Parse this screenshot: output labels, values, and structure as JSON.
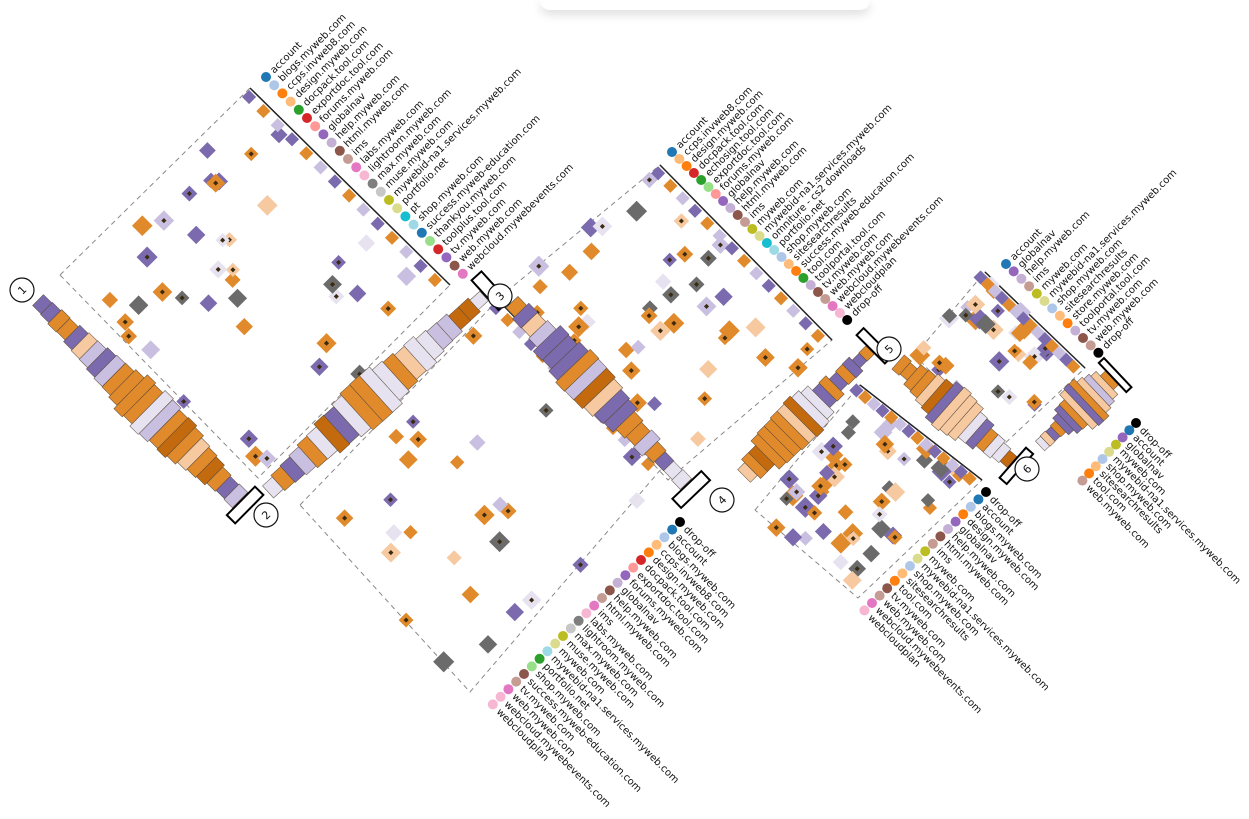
{
  "colors": {
    "orange": "#E08A2B",
    "orange_dark": "#C46A0E",
    "peach": "#F6C9A0",
    "purple": "#7B6BAE",
    "lavender": "#C9BFE0",
    "pale": "#E6E2F0",
    "gray": "#6B6B6B",
    "darkdot": "#3A2A10"
  },
  "stages": [
    {
      "id": "1",
      "top_labels": [
        "account",
        "blogs.myweb.com",
        "ccps.invweb8.com",
        "design.myweb.com",
        "docpack.tool.com",
        "exportdoc.tool.com",
        "forums.myweb.com",
        "globalnav",
        "help.myweb.com",
        "html.myweb.com",
        "ims",
        "labs.myweb.com",
        "lightroom.myweb.com",
        "max.myweb.com",
        "muse.myweb.com",
        "mywebid-na1.services.myweb.com",
        "portfolio.net",
        "pt",
        "shop.myweb.com",
        "success.myweb-education.com",
        "thankyou.myweb.com",
        "toolplus.tool.com",
        "tv.myweb.com",
        "web.myweb.com",
        "webcloud.mywebevents.com"
      ],
      "top_dots": [
        "#1F77B4",
        "#AEC7E8",
        "#FF7F0E",
        "#FFBB78",
        "#2CA02C",
        "#D62728",
        "#FF9896",
        "#9467BD",
        "#C5B0D5",
        "#8C564B",
        "#C49C94",
        "#E377C2",
        "#F7B6D2",
        "#7F7F7F",
        "#C7C7C7",
        "#BCBD22",
        "#DBDB8D",
        "#17BECF",
        "#9EDAE5",
        "#1F77B4",
        "#98DF8A",
        "#D62728",
        "#9467BD",
        "#8C564B",
        "#E377C2"
      ]
    },
    {
      "id": "2",
      "bottom_labels": [
        "drop-off",
        "account",
        "blogs.myweb.com",
        "ccps.invweb8.com",
        "design.myweb.com",
        "docpack.tool.com",
        "exportdoc.tool.com",
        "forums.myweb.com",
        "globalnav",
        "help.myweb.com",
        "html.myweb.com",
        "ims",
        "labs.myweb.com",
        "lightroom.myweb.com",
        "max.myweb.com",
        "muse.myweb.com",
        "myweb.com",
        "mywebid-na1.services.myweb.com",
        "portfolio.net",
        "shop.myweb.com",
        "success.myweb-education.com",
        "tv.myweb.com",
        "web.myweb.com",
        "webcloud.mywebevents.com",
        "webcloudplan"
      ],
      "bottom_dots": [
        "#000000",
        "#1F77B4",
        "#AEC7E8",
        "#FFBB78",
        "#FF7F0E",
        "#D62728",
        "#FF9896",
        "#9467BD",
        "#C5B0D5",
        "#8C564B",
        "#C49C94",
        "#E377C2",
        "#F7B6D2",
        "#7F7F7F",
        "#C7C7C7",
        "#BCBD22",
        "#DBDB8D",
        "#9EDAE5",
        "#2CA02C",
        "#98DF8A",
        "#8C564B",
        "#C49C94",
        "#E377C2",
        "#F7B6D2",
        "#F7B6D2"
      ]
    },
    {
      "id": "3",
      "top_labels": [
        "account",
        "ccps.invweb8.com",
        "design.myweb.com",
        "docpack.tool.com",
        "echosign.tool.com",
        "exportdoc.tool.com",
        "forums.myweb.com",
        "globalnav",
        "help.myweb.com",
        "html.myweb.com",
        "ims",
        "myweb.com",
        "mywebid-na1.services.myweb.com",
        "omniture - cs2 downloads",
        "portfolio.net",
        "shop.myweb.com",
        "sitesearchresults",
        "success.myweb-education.com",
        "tool.com",
        "toolportal.tool.com",
        "tv.myweb.com",
        "web.myweb.com",
        "webcloud.mywebevents.com",
        "webcloudplan",
        "drop-off"
      ],
      "top_dots": [
        "#1F77B4",
        "#FFBB78",
        "#FF7F0E",
        "#D62728",
        "#2CA02C",
        "#98DF8A",
        "#FF9896",
        "#9467BD",
        "#C5B0D5",
        "#8C564B",
        "#C49C94",
        "#BCBD22",
        "#DBDB8D",
        "#17BECF",
        "#9EDAE5",
        "#AEC7E8",
        "#FFBB78",
        "#FF7F0E",
        "#2CA02C",
        "#C5B0D5",
        "#8C564B",
        "#C49C94",
        "#E377C2",
        "#F7B6D2",
        "#000000"
      ]
    },
    {
      "id": "4",
      "bottom_labels": [
        "drop-off",
        "account",
        "blogs.myweb.com",
        "design.myweb.com",
        "globalnav",
        "help.myweb.com",
        "html.myweb.com",
        "ims",
        "myweb.com",
        "mywebid-na1.services.myweb.com",
        "shop.myweb.com",
        "sitesearchresults",
        "tool.com",
        "tv.myweb.com",
        "web.myweb.com",
        "webcloud.mywebevents.com",
        "webcloudplan"
      ],
      "bottom_dots": [
        "#000000",
        "#1F77B4",
        "#AEC7E8",
        "#FF7F0E",
        "#9467BD",
        "#C5B0D5",
        "#8C564B",
        "#C49C94",
        "#BCBD22",
        "#DBDB8D",
        "#AEC7E8",
        "#FFBB78",
        "#FF7F0E",
        "#8C564B",
        "#C49C94",
        "#E377C2",
        "#F7B6D2"
      ]
    },
    {
      "id": "5",
      "top_labels": [
        "account",
        "globalnav",
        "help.myweb.com",
        "ims",
        "myweb.com",
        "mywebid-na1.services.myweb.com",
        "shop.myweb.com",
        "sitesearchresults",
        "store.myweb.com",
        "toolportal.tool.com",
        "tv.myweb.com",
        "web.myweb.com",
        "drop-off"
      ],
      "top_dots": [
        "#1F77B4",
        "#9467BD",
        "#C5B0D5",
        "#C49C94",
        "#BCBD22",
        "#DBDB8D",
        "#AEC7E8",
        "#FFBB78",
        "#FF7F0E",
        "#C5B0D5",
        "#8C564B",
        "#C49C94",
        "#000000"
      ]
    },
    {
      "id": "6",
      "bottom_labels": [
        "drop-off",
        "account",
        "globalnav",
        "myweb.com",
        "mywebid-na1.services.myweb.com",
        "shop.myweb.com",
        "sitesearchresults",
        "tool.com",
        "web.myweb.com"
      ],
      "bottom_dots": [
        "#000000",
        "#1F77B4",
        "#9467BD",
        "#BCBD22",
        "#DBDB8D",
        "#AEC7E8",
        "#FFBB78",
        "#FF7F0E",
        "#C49C94"
      ]
    }
  ]
}
